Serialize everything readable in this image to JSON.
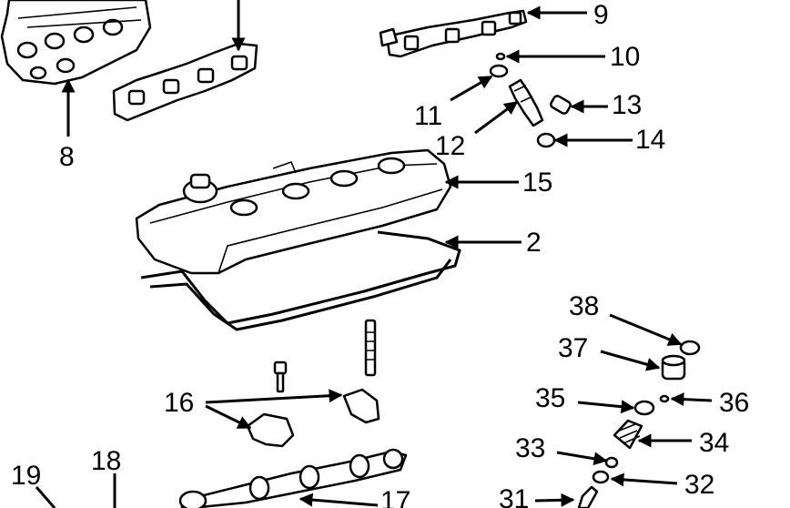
{
  "callouts": [
    {
      "id": "9",
      "text": "9"
    },
    {
      "id": "10",
      "text": "10"
    },
    {
      "id": "11",
      "text": "11"
    },
    {
      "id": "12",
      "text": "12"
    },
    {
      "id": "13",
      "text": "13"
    },
    {
      "id": "14",
      "text": "14"
    },
    {
      "id": "15",
      "text": "15"
    },
    {
      "id": "2",
      "text": "2"
    },
    {
      "id": "8",
      "text": "8"
    },
    {
      "id": "16",
      "text": "16"
    },
    {
      "id": "38",
      "text": "38"
    },
    {
      "id": "37",
      "text": "37"
    },
    {
      "id": "35",
      "text": "35"
    },
    {
      "id": "36",
      "text": "36"
    },
    {
      "id": "34",
      "text": "34"
    },
    {
      "id": "33",
      "text": "33"
    },
    {
      "id": "32",
      "text": "32"
    },
    {
      "id": "31",
      "text": "31"
    },
    {
      "id": "19",
      "text": "19"
    },
    {
      "id": "18",
      "text": "18"
    },
    {
      "id": "17",
      "text": "17"
    }
  ]
}
